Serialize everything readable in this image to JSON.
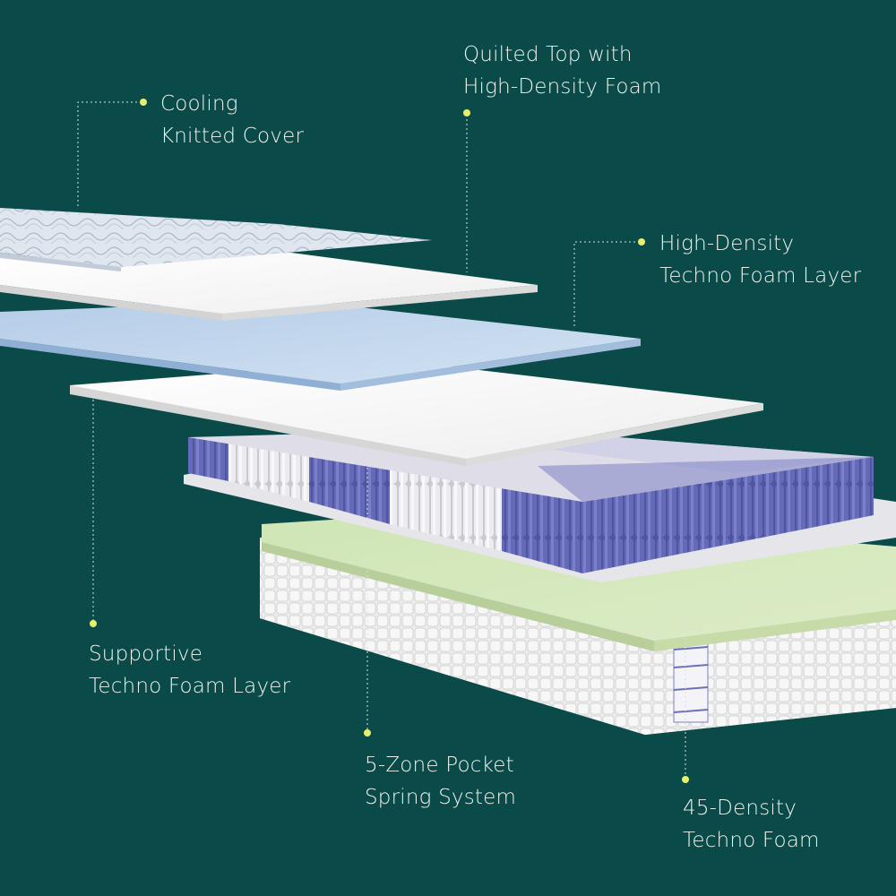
{
  "colors": {
    "background": "#0a4b49",
    "label_text": "#eef2ee",
    "marker_dot": "#e8ef6a",
    "leader_line": "#d9e0dc",
    "zone_purple": "#5a5fb0",
    "zone_white": "#e8e8ee",
    "blue_foam": "#c3d8ee",
    "green_foam": "#d6e9bd"
  },
  "labels": {
    "cooling_cover": {
      "line1": "Cooling",
      "line2": "Knitted Cover"
    },
    "quilted_top": {
      "line1": "Quilted Top with",
      "line2": "High-Density Foam"
    },
    "high_density": {
      "line1": "High-Density",
      "line2": "Techno Foam Layer"
    },
    "supportive": {
      "line1": "Supportive",
      "line2": "Techno Foam Layer"
    },
    "pocket_spring": {
      "line1": "5-Zone Pocket",
      "line2": "Spring System"
    },
    "density_45": {
      "line1": "45-Density",
      "line2": "Techno Foam"
    }
  }
}
